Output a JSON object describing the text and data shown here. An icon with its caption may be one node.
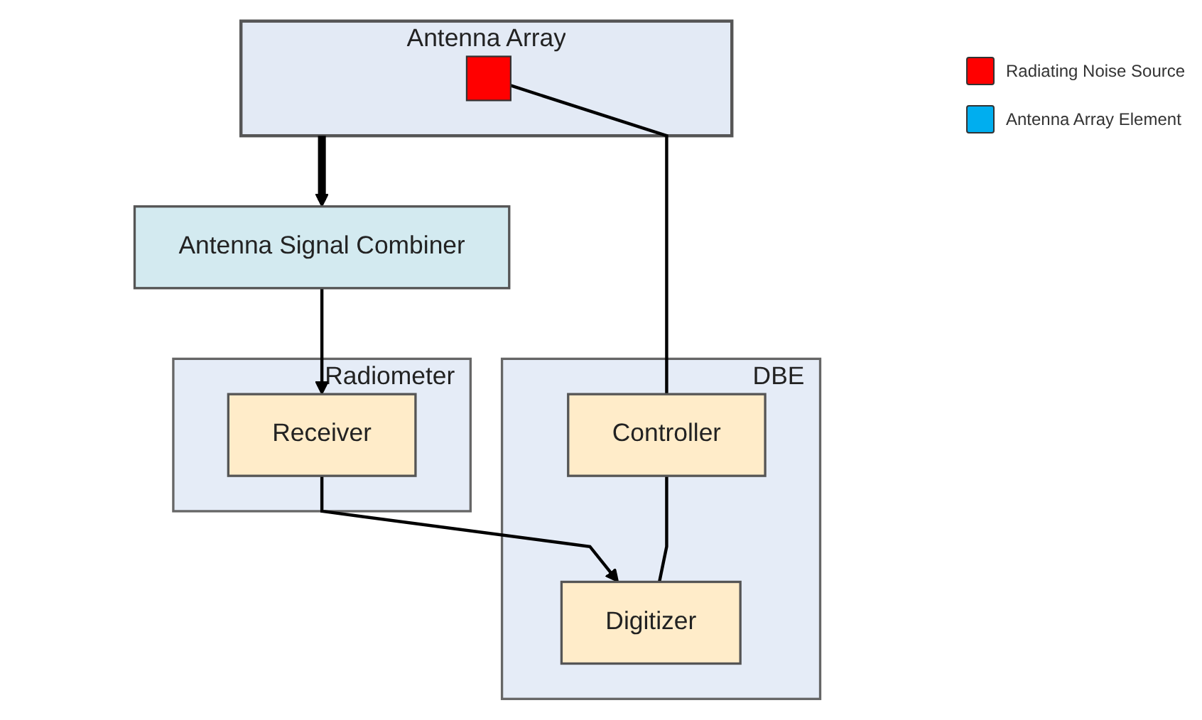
{
  "diagram": {
    "nodes": [
      {
        "text": [
          "Antenna Array"
        ]
      },
      {
        "text": [],
        "shape": "box",
        "in": 0
      },
      {
        "text": [
          "Antenna Signal Combiner"
        ]
      },
      {
        "text": [
          "Radiometer"
        ]
      },
      {
        "text": [
          "Receiver"
        ],
        "in": 3
      },
      {
        "text": [
          "DBE"
        ]
      },
      {
        "text": [
          "Controller"
        ],
        "in": 5
      },
      {
        "text": [
          "Digitizer"
        ],
        "in": 5
      }
    ],
    "edges": [
      {
        "from": 0,
        "to": 2,
        "arrow": "to",
        "style": "thick"
      },
      {
        "from": 2,
        "to": 4,
        "arrow": "to"
      },
      {
        "from": 4,
        "to": 7,
        "arrow": "to"
      },
      {
        "from": 6,
        "to": 7,
        "arrow": "none"
      },
      {
        "from": 1,
        "to": 6,
        "arrow": "none"
      }
    ],
    "legend": [
      {
        "text": "Radiating Noise Source",
        "color": "#ff0000"
      },
      {
        "text": "Antenna Array Element",
        "color": "#00aeef"
      }
    ]
  }
}
